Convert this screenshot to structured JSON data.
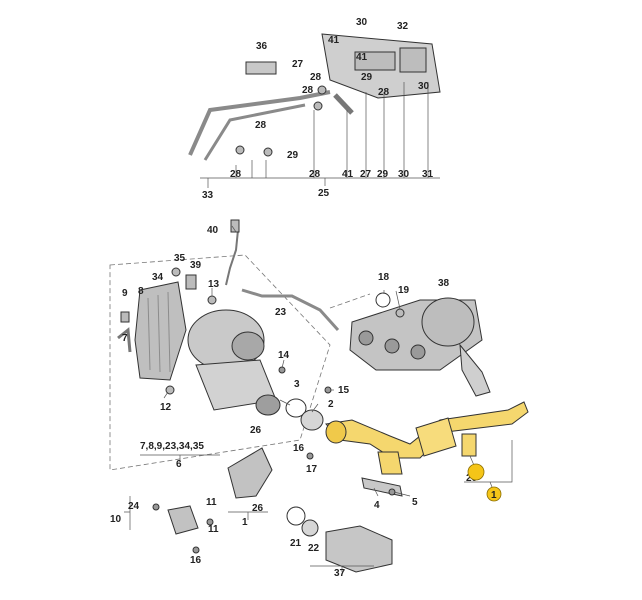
{
  "callouts": {
    "n1": "1",
    "n2": "2",
    "n3": "3",
    "n4": "4",
    "n5": "5",
    "n6": "6",
    "n7": "7",
    "n8": "8",
    "n9": "9",
    "n10": "10",
    "n11": "11",
    "n12": "12",
    "n13": "13",
    "n14": "14",
    "n15": "15",
    "n16": "16",
    "n17": "17",
    "n18": "18",
    "n19": "19",
    "n20": "20",
    "n21": "21",
    "n22": "22",
    "n23": "23",
    "n24": "24",
    "n25": "25",
    "n26": "26",
    "n27": "27",
    "n28": "28",
    "n29": "29",
    "n30": "30",
    "n31": "31",
    "n32": "32",
    "n33": "33",
    "n34": "34",
    "n35": "35",
    "n36": "36",
    "n37": "37",
    "n38": "38",
    "n39": "39",
    "n40": "40",
    "n41": "41",
    "group6": "7,8,9,23,34,35"
  },
  "colors": {
    "highlight": "#f5d76e",
    "part_fill": "#d9d9d9",
    "part_dark": "#a6a6a6",
    "callout_badge": "#f5c518"
  }
}
